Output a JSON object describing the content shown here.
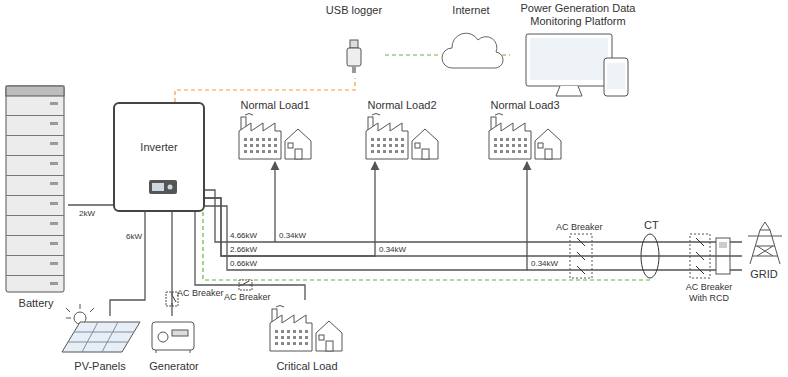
{
  "diagram": {
    "nodes": [
      {
        "text": [
          "USB logger"
        ]
      },
      {
        "text": [
          "Internet"
        ]
      },
      {
        "text": [
          "Power Generation Data Monitoring Platform"
        ]
      },
      {
        "text": [
          "Inverter"
        ]
      },
      {
        "text": [
          "Battery"
        ]
      },
      {
        "text": [
          "Normal Load1"
        ]
      },
      {
        "text": [
          "Normal Load2"
        ]
      },
      {
        "text": [
          "Normal Load3"
        ]
      },
      {
        "text": [
          "PV-Panels"
        ]
      },
      {
        "text": [
          "Generator"
        ]
      },
      {
        "text": [
          "Critical Load"
        ]
      },
      {
        "text": [
          "GRID"
        ]
      }
    ],
    "edges": [
      {
        "from": 0,
        "to": 1,
        "arrow": "none"
      },
      {
        "from": 1,
        "to": 2,
        "arrow": "none"
      },
      {
        "from": 3,
        "to": 0,
        "arrow": "none"
      },
      {
        "from": 4,
        "to": 3,
        "label": "2kW",
        "arrow": "none"
      },
      {
        "from": 8,
        "to": 3,
        "label": "6kW",
        "arrow": "none"
      },
      {
        "from": 9,
        "to": 3,
        "arrow": "none"
      },
      {
        "from": 10,
        "to": 3,
        "arrow": "none"
      },
      {
        "from": 3,
        "to": 5,
        "arrow": "to"
      },
      {
        "from": 3,
        "to": 6,
        "arrow": "to"
      },
      {
        "from": 3,
        "to": 7,
        "arrow": "to"
      },
      {
        "from": 3,
        "to": 11,
        "arrow": "none"
      }
    ],
    "labels": [
      "4.66kW",
      "0.34kW",
      "2.66kW",
      "0.34kW",
      "0.66kW",
      "0.34kW",
      "AC Breaker",
      "CT",
      "AC Breaker With RCD",
      "AC Breaker",
      "AC Breaker"
    ]
  }
}
